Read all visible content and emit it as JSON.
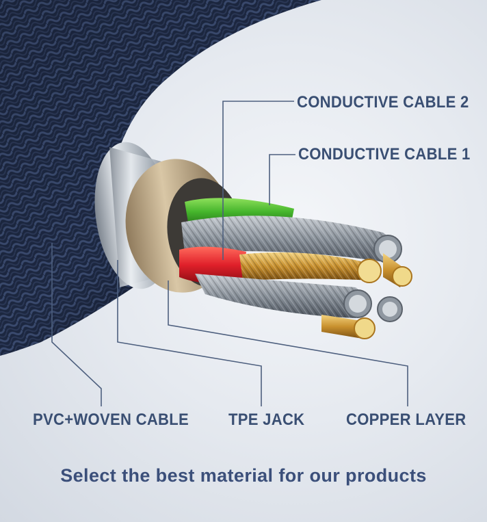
{
  "labels": {
    "conductive_cable_2": "CONDUCTIVE CABLE 2",
    "conductive_cable_1": "CONDUCTIVE CABLE 1",
    "pvc_woven_cable": "PVC+WOVEN CABLE",
    "tpe_jack": "TPE JACK",
    "copper_layer": "COPPER LAYER"
  },
  "tagline": "Select the best material for our products",
  "colors": {
    "label_text": "#3a4f73",
    "leader_line": "#4d5f7e",
    "braid": "#1f2b45",
    "green_wire": "#4fc33a",
    "red_wire": "#e0202a",
    "copper": "#d8a340",
    "silver": "#9aa3ad"
  }
}
